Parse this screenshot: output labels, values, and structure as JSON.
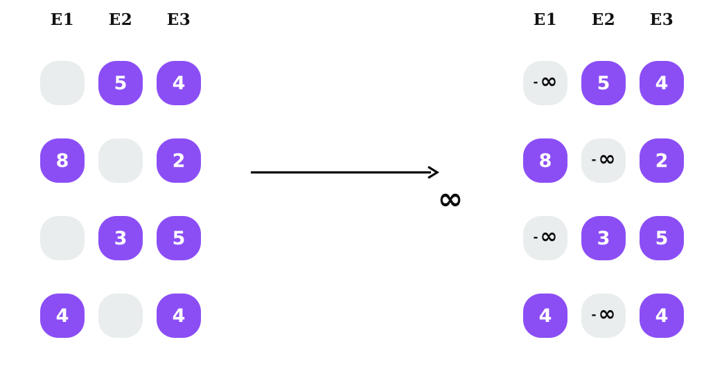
{
  "background_color": "#ffffff",
  "colors": {
    "filled_cell": "#8B4EF5",
    "empty_cell": "#E9EDEE",
    "value_text": "#ffffff",
    "label_text": "#121212",
    "glyph": "#0b0b0b"
  },
  "left_matrix": {
    "name": "input-matrix",
    "headers": [
      "E1",
      "E2",
      "E3"
    ],
    "rows": [
      [
        {
          "value": "",
          "state": "empty"
        },
        {
          "value": "5",
          "state": "filled"
        },
        {
          "value": "4",
          "state": "filled"
        }
      ],
      [
        {
          "value": "8",
          "state": "filled"
        },
        {
          "value": "",
          "state": "empty"
        },
        {
          "value": "2",
          "state": "filled"
        }
      ],
      [
        {
          "value": "",
          "state": "empty"
        },
        {
          "value": "3",
          "state": "filled"
        },
        {
          "value": "5",
          "state": "filled"
        }
      ],
      [
        {
          "value": "4",
          "state": "filled"
        },
        {
          "value": "",
          "state": "empty"
        },
        {
          "value": "4",
          "state": "filled"
        }
      ]
    ]
  },
  "right_matrix": {
    "name": "output-matrix",
    "headers": [
      "E1",
      "E2",
      "E3"
    ],
    "rows": [
      [
        {
          "value": "-∞",
          "state": "empty"
        },
        {
          "value": "5",
          "state": "filled"
        },
        {
          "value": "4",
          "state": "filled"
        }
      ],
      [
        {
          "value": "8",
          "state": "filled"
        },
        {
          "value": "-∞",
          "state": "empty"
        },
        {
          "value": "2",
          "state": "filled"
        }
      ],
      [
        {
          "value": "-∞",
          "state": "empty"
        },
        {
          "value": "3",
          "state": "filled"
        },
        {
          "value": "5",
          "state": "filled"
        }
      ],
      [
        {
          "value": "4",
          "state": "filled"
        },
        {
          "value": "-∞",
          "state": "empty"
        },
        {
          "value": "4",
          "state": "filled"
        }
      ]
    ]
  },
  "transform": {
    "arrow_icon": "right-arrow-icon",
    "annotation": "∞",
    "minus_sign": "-"
  }
}
